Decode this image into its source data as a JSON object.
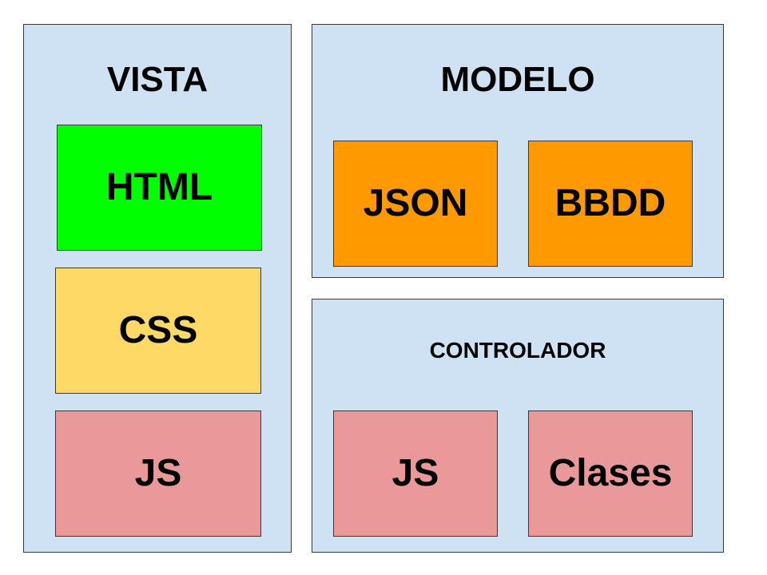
{
  "colors": {
    "panel_bg": "#cfe2f3",
    "html_box": "#00ff00",
    "css_box": "#ffd966",
    "js_box": "#ea9999",
    "modelo_box": "#ff9900"
  },
  "vista": {
    "title": "VISTA",
    "boxes": [
      "HTML",
      "CSS",
      "JS"
    ]
  },
  "modelo": {
    "title": "MODELO",
    "boxes": [
      "JSON",
      "BBDD"
    ]
  },
  "controlador": {
    "title": "CONTROLADOR",
    "boxes": [
      "JS",
      "Clases"
    ]
  }
}
